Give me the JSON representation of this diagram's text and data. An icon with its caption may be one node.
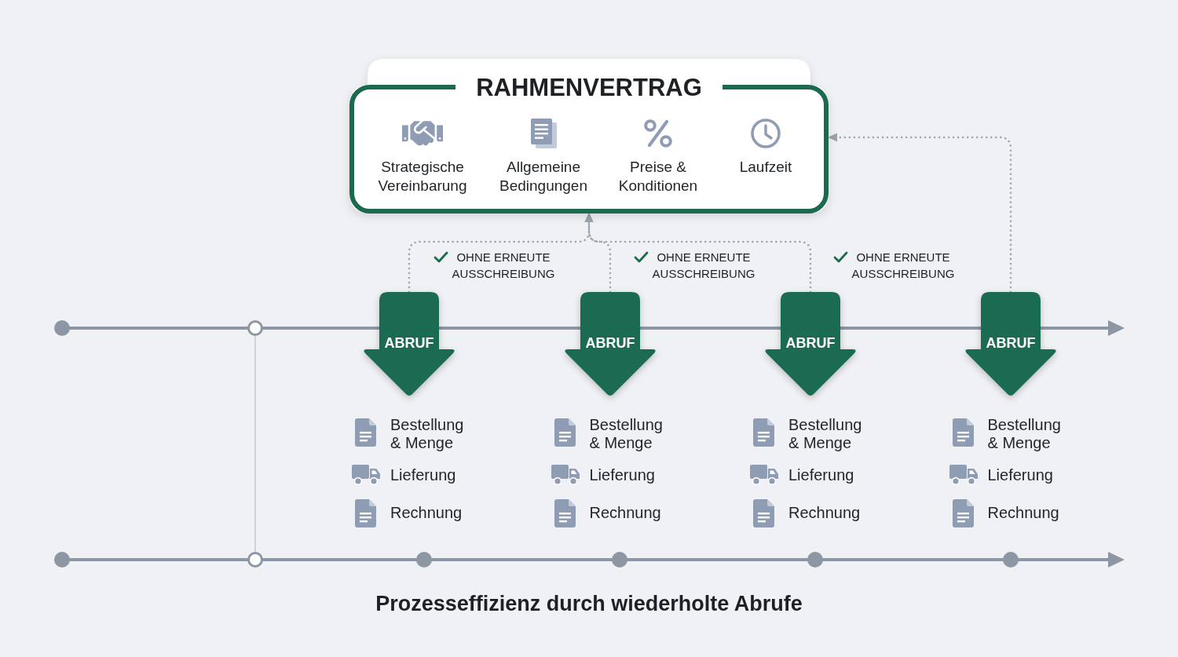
{
  "diagram": {
    "caption": "Prozesseffizienz durch wiederholte Abrufe",
    "nodes": [
      {
        "text": [
          "RAHMENVERTRAG",
          "Strategische Vereinbarung",
          "Allgemeine Bedingungen",
          "Preise & Konditionen",
          "Laufzeit"
        ]
      },
      {
        "text": [
          "ABRUF"
        ],
        "beside": [
          "OHNE ERNEUTE AUSSCHREIBUNG"
        ]
      },
      {
        "text": [
          "ABRUF"
        ],
        "beside": [
          "OHNE ERNEUTE AUSSCHREIBUNG"
        ]
      },
      {
        "text": [
          "ABRUF"
        ],
        "beside": [
          "OHNE ERNEUTE AUSSCHREIBUNG"
        ]
      },
      {
        "text": [
          "ABRUF"
        ]
      }
    ],
    "edges": [
      {
        "from": 1,
        "to": 0,
        "arrow": "to",
        "style": "dashed"
      },
      {
        "from": 2,
        "to": 0,
        "arrow": "to",
        "style": "dashed"
      },
      {
        "from": 3,
        "to": 0,
        "arrow": "to",
        "style": "dashed"
      },
      {
        "from": 4,
        "to": 0,
        "arrow": "to",
        "style": "dashed"
      }
    ],
    "labels": [
      "Bestellung & Menge",
      "Bestellung & Menge",
      "Bestellung & Menge",
      "Bestellung & Menge",
      "Lieferung",
      "Lieferung",
      "Lieferung",
      "Lieferung",
      "Rechnung",
      "Rechnung",
      "Rechnung",
      "Rechnung"
    ]
  }
}
